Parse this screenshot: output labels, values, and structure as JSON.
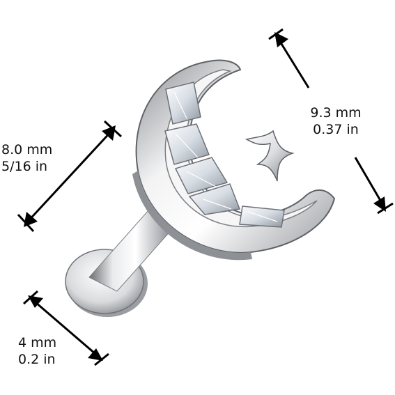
{
  "product": {
    "name": "Crescent moon and star labret with baguette stones",
    "icon": "moon-star-labret-photo"
  },
  "dimensions": {
    "length": {
      "mm": "8.0 mm",
      "inch": "5/16 in"
    },
    "top": {
      "mm": "9.3 mm",
      "inch": "0.37 in"
    },
    "base": {
      "mm": "4 mm",
      "inch": "0.2 in"
    }
  },
  "colors": {
    "background": "#ffffff",
    "metal_light": "#f2f2f3",
    "metal_mid": "#b9bbbf",
    "metal_dark": "#55585d",
    "gem": "#e9edf2",
    "arrow": "#000000",
    "text": "#111111"
  }
}
